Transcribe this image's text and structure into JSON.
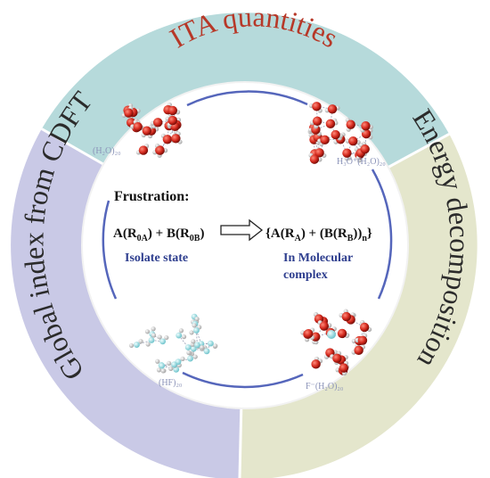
{
  "sectors": {
    "top": {
      "label": "ITA quantities",
      "fill": "#b6dadb",
      "text_color": "#b73828"
    },
    "left": {
      "label": "Global index from CDFT",
      "fill": "#c9c9e6",
      "text_color": "#2b2b2b"
    },
    "right": {
      "label": "Energy decomposition",
      "fill": "#e4e6cc",
      "text_color": "#2b2b2b"
    }
  },
  "center": {
    "title": "Frustration:",
    "isolate_label": "Isolate state",
    "complex_label_line1": "In Molecular",
    "complex_label_line2": "complex"
  },
  "molecules": {
    "top_left": "(H₂O)₂₀",
    "top_right": "H₃O⁺(H₂O)₂₀",
    "bottom_left": "(HF)₂₀",
    "bottom_right": "F⁻(H₂O)₂₀"
  },
  "colors": {
    "ring_stroke": "#ffffff",
    "inner_arc": "#5566bb",
    "oxygen": "#d42a1e",
    "hydrogen": "#e8e8e8",
    "fluorine": "#a8e0e4"
  }
}
